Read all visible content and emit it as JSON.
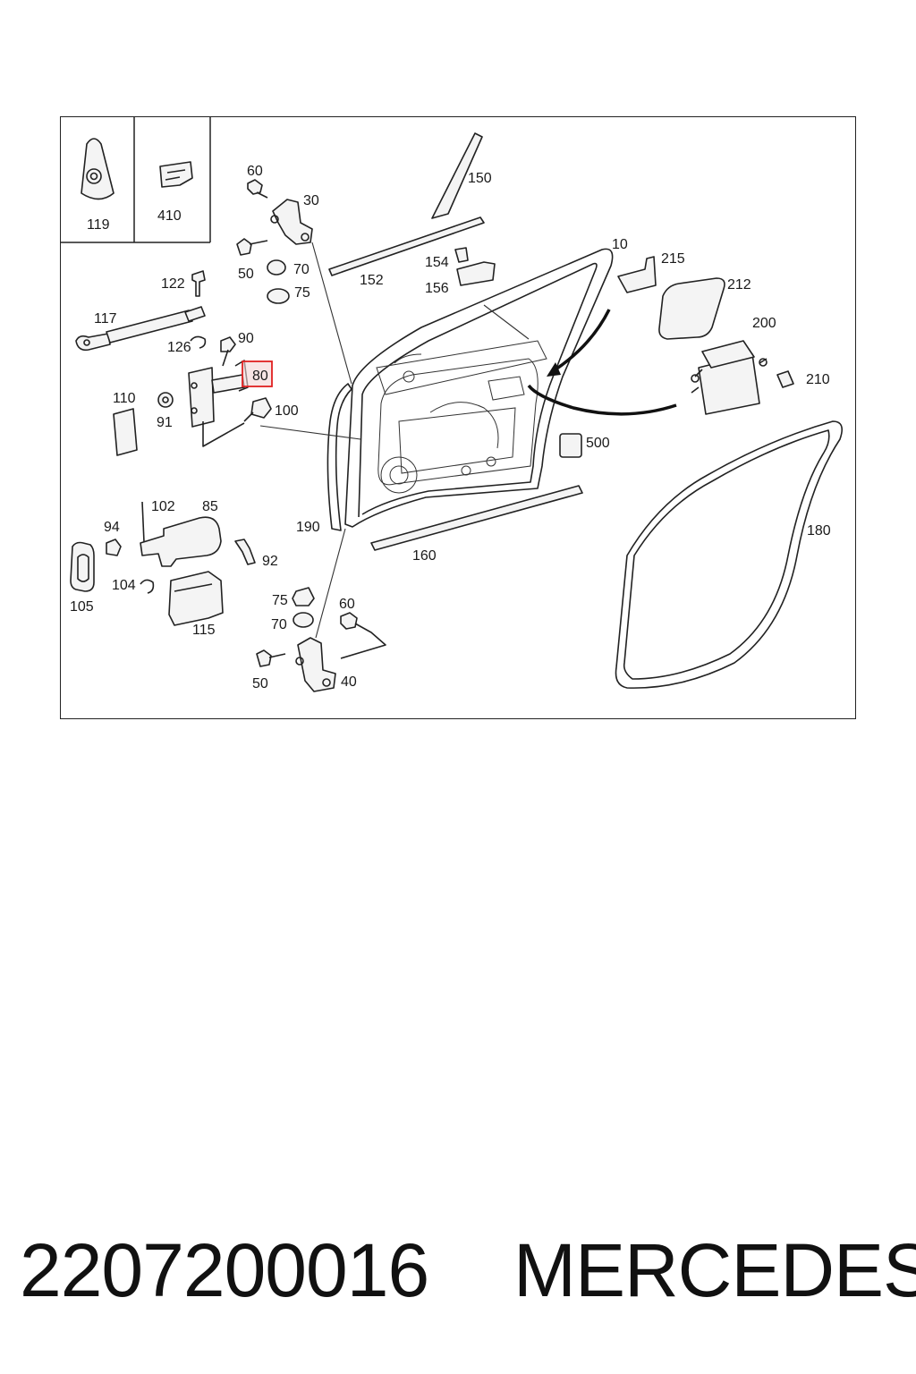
{
  "diagram": {
    "inset_labels": [
      "119",
      "410"
    ],
    "callouts": {
      "c60a": "60",
      "c30": "30",
      "c150": "150",
      "c50a": "50",
      "c70a": "70",
      "c75a": "75",
      "c152": "152",
      "c154": "154",
      "c156": "156",
      "c10": "10",
      "c215": "215",
      "c212": "212",
      "c122": "122",
      "c117": "117",
      "c126": "126",
      "c90": "90",
      "c80": "80",
      "c200": "200",
      "c210": "210",
      "c110": "110",
      "c91": "91",
      "c100": "100",
      "c500": "500",
      "c190": "190",
      "c102": "102",
      "c85": "85",
      "c94": "94",
      "c92": "92",
      "c160": "160",
      "c180": "180",
      "c104": "104",
      "c105": "105",
      "c115": "115",
      "c75b": "75",
      "c70b": "70",
      "c60b": "60",
      "c50b": "50",
      "c40": "40"
    },
    "highlighted_callout": "80",
    "highlight_color": "#e02020"
  },
  "footer": {
    "part_number": "2207200016",
    "brand": "MERCEDES"
  }
}
